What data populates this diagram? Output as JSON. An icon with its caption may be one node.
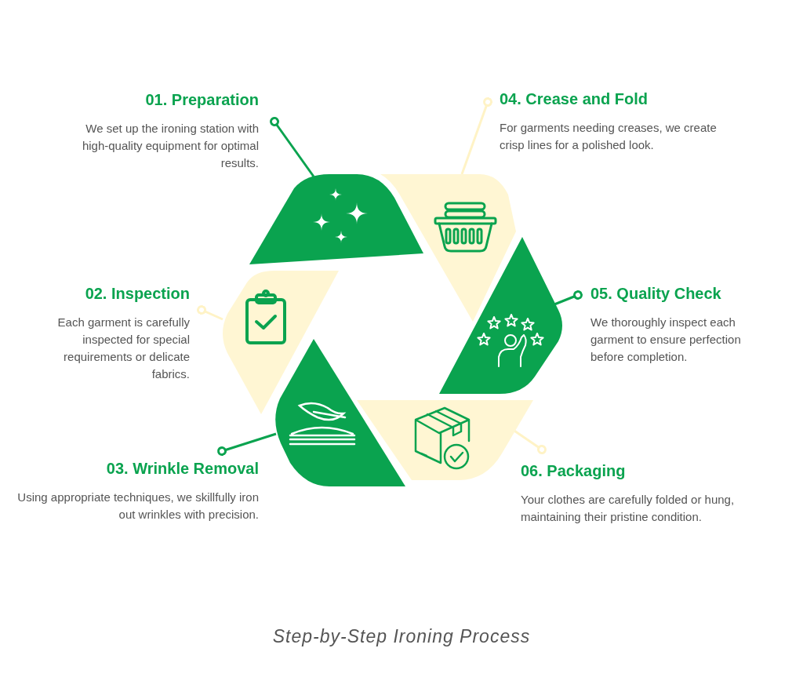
{
  "diagram": {
    "caption": "Step-by-Step Ironing Process",
    "nodes": [
      {
        "text": [
          "01. Preparation",
          "We set up the ironing station with high-quality equipment for optimal results."
        ]
      },
      {
        "text": [
          "02. Inspection",
          "Each garment is carefully inspected for special requirements or delicate fabrics."
        ]
      },
      {
        "text": [
          "03. Wrinkle Removal",
          "Using appropriate techniques, we skillfully iron out wrinkles with precision."
        ]
      },
      {
        "text": [
          "04. Crease and Fold",
          "For garments needing creases, we create crisp lines for a polished look."
        ]
      },
      {
        "text": [
          "05. Quality Check",
          "We thoroughly inspect each garment to ensure perfection before completion."
        ]
      },
      {
        "text": [
          "06. Packaging",
          "Your clothes are carefully folded or hung, maintaining their pristine condition."
        ]
      },
      {
        "text": [],
        "shape": "picture"
      },
      {
        "text": [],
        "shape": "picture"
      },
      {
        "text": [],
        "shape": "picture"
      },
      {
        "text": [],
        "shape": "picture"
      },
      {
        "text": [],
        "shape": "picture"
      },
      {
        "text": [],
        "shape": "picture"
      }
    ],
    "edges": [
      {
        "from": 0,
        "to": 6,
        "arrow": "other",
        "color": "#0aa34f"
      },
      {
        "from": 1,
        "to": 7,
        "arrow": "other",
        "color": "#fff3c6"
      },
      {
        "from": 2,
        "to": 8,
        "arrow": "other",
        "color": "#0aa34f"
      },
      {
        "from": 3,
        "to": 9,
        "arrow": "other",
        "color": "#fff3c6"
      },
      {
        "from": 4,
        "to": 10,
        "arrow": "other",
        "color": "#0aa34f"
      },
      {
        "from": 5,
        "to": 11,
        "arrow": "other",
        "color": "#fff3c6"
      }
    ]
  }
}
